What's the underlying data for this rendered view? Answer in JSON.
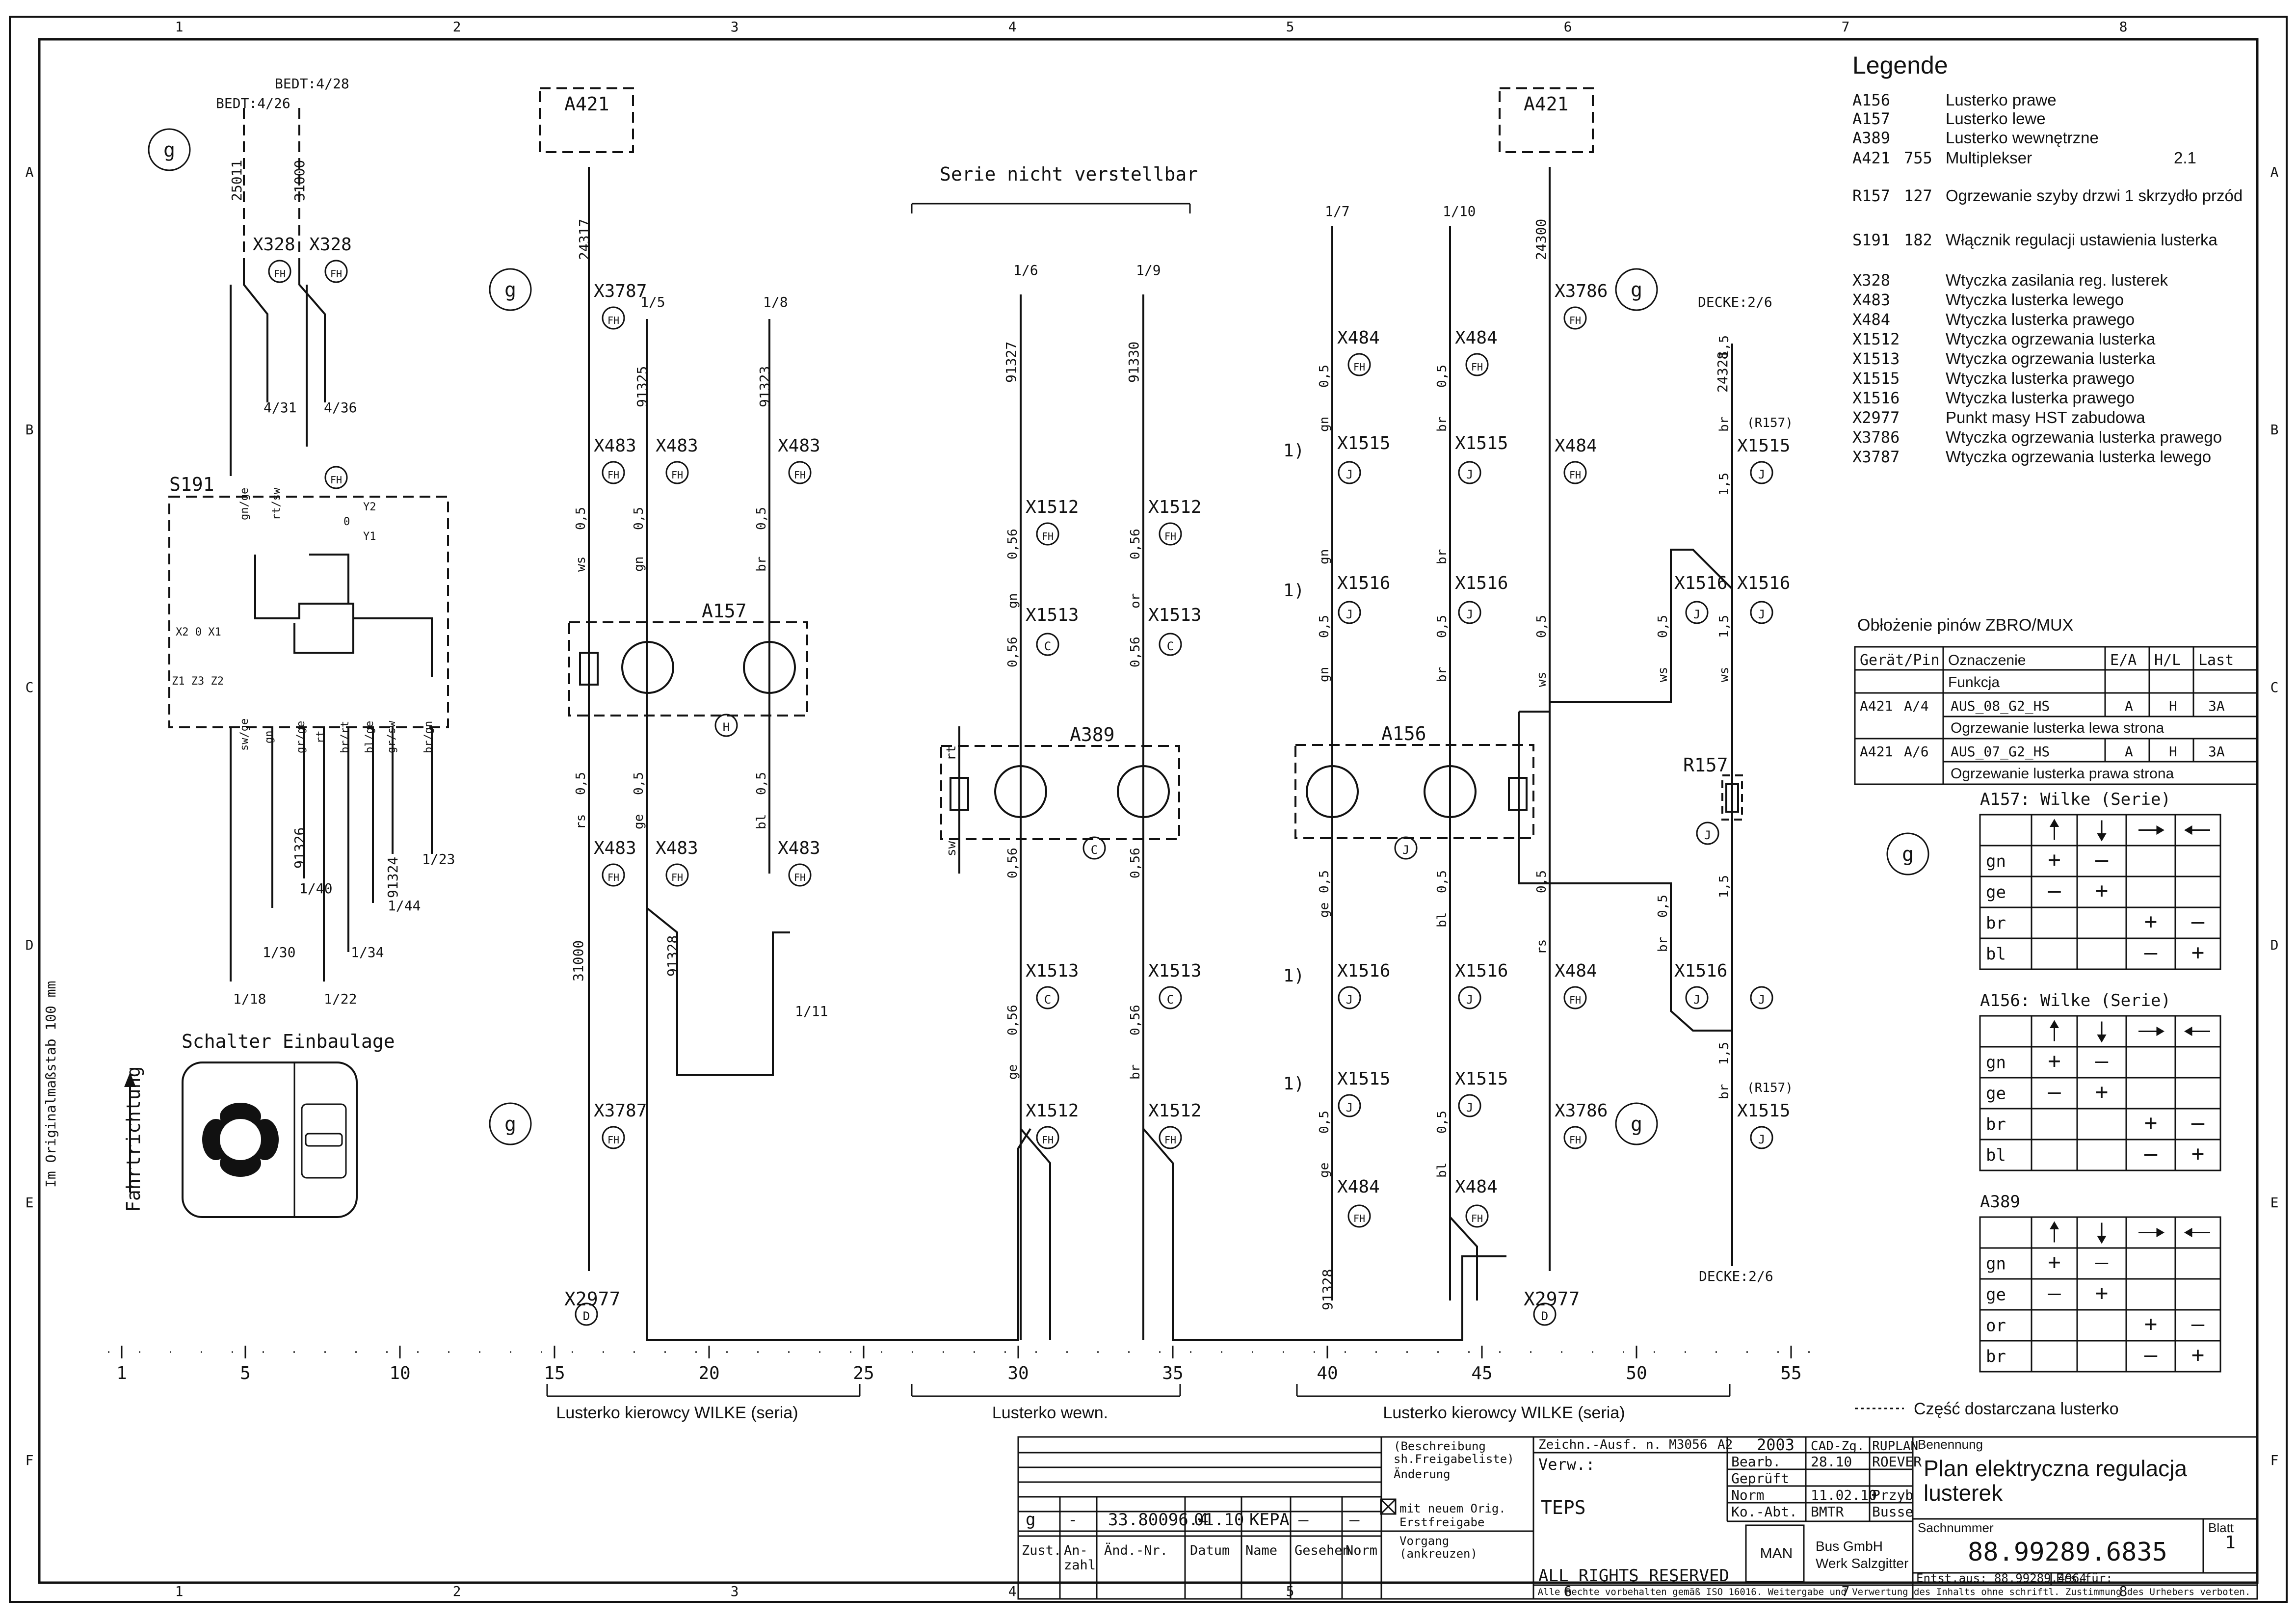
{
  "frame": {
    "columns": [
      "1",
      "2",
      "3",
      "4",
      "5",
      "6",
      "7",
      "8"
    ],
    "rows": [
      "A",
      "B",
      "C",
      "D",
      "E",
      "F"
    ]
  },
  "legend": {
    "title": "Legende",
    "items": [
      {
        "code": "A156",
        "num": "",
        "text": "Lusterko prawe",
        "extra": ""
      },
      {
        "code": "A157",
        "num": "",
        "text": "Lusterko lewe",
        "extra": ""
      },
      {
        "code": "A389",
        "num": "",
        "text": "Lusterko wewnętrzne",
        "extra": ""
      },
      {
        "code": "A421",
        "num": "755",
        "text": "Multiplekser",
        "extra": "2.1"
      },
      {
        "code": "R157",
        "num": "127",
        "text": "Ogrzewanie szyby drzwi 1 skrzydło przód",
        "extra": ""
      },
      {
        "code": "S191",
        "num": "182",
        "text": "Włącznik regulacji ustawienia lusterka",
        "extra": ""
      },
      {
        "code": "X328",
        "num": "",
        "text": "Wtyczka zasilania reg. lusterek",
        "extra": ""
      },
      {
        "code": "X483",
        "num": "",
        "text": "Wtyczka lusterka lewego",
        "extra": ""
      },
      {
        "code": "X484",
        "num": "",
        "text": "Wtyczka lusterka prawego",
        "extra": ""
      },
      {
        "code": "X1512",
        "num": "",
        "text": "Wtyczka ogrzewania lusterka",
        "extra": ""
      },
      {
        "code": "X1513",
        "num": "",
        "text": "Wtyczka ogrzewania lusterka",
        "extra": ""
      },
      {
        "code": "X1515",
        "num": "",
        "text": "Wtyczka lusterka prawego",
        "extra": ""
      },
      {
        "code": "X1516",
        "num": "",
        "text": "Wtyczka lusterka prawego",
        "extra": ""
      },
      {
        "code": "X2977",
        "num": "",
        "text": "Punkt masy HST zabudowa",
        "extra": ""
      },
      {
        "code": "X3786",
        "num": "",
        "text": "Wtyczka ogrzewania lusterka prawego",
        "extra": ""
      },
      {
        "code": "X3787",
        "num": "",
        "text": "Wtyczka ogrzewania lusterka lewego",
        "extra": ""
      }
    ]
  },
  "pins": {
    "title": "Obłożenie pinów ZBRO/MUX",
    "headers": [
      "Gerät/Pin",
      "Oznaczenie",
      "E/A",
      "H/L",
      "Last"
    ],
    "subheader": "Funkcja",
    "rows": [
      {
        "device": "A421",
        "pin": "A/4",
        "name": "AUS_08_G2_HS",
        "ea": "A",
        "hl": "H",
        "last": "3A",
        "func": "Ogrzewanie lusterka lewa strona"
      },
      {
        "device": "A421",
        "pin": "A/6",
        "name": "AUS_07_G2_HS",
        "ea": "A",
        "hl": "H",
        "last": "3A",
        "func": "Ogrzewanie lusterka prawa strona"
      }
    ]
  },
  "wilke": [
    {
      "title": "A157: Wilke (Serie)",
      "rows": [
        [
          "gn",
          "+",
          "—",
          "",
          ""
        ],
        [
          "ge",
          "—",
          "+",
          "",
          ""
        ],
        [
          "br",
          "",
          "",
          "+",
          "—"
        ],
        [
          "bl",
          "",
          "",
          "—",
          "+"
        ]
      ]
    },
    {
      "title": "A156: Wilke (Serie)",
      "rows": [
        [
          "gn",
          "+",
          "—",
          "",
          ""
        ],
        [
          "ge",
          "—",
          "+",
          "",
          ""
        ],
        [
          "br",
          "",
          "",
          "+",
          "—"
        ],
        [
          "bl",
          "",
          "",
          "—",
          "+"
        ]
      ]
    },
    {
      "title": "A389",
      "rows": [
        [
          "gn",
          "+",
          "—",
          "",
          ""
        ],
        [
          "ge",
          "—",
          "+",
          "",
          ""
        ],
        [
          "or",
          "",
          "",
          "+",
          "—"
        ],
        [
          "br",
          "",
          "",
          "—",
          "+"
        ]
      ]
    }
  ],
  "ruler": {
    "ticks": [
      "1",
      "5",
      "10",
      "15",
      "20",
      "25",
      "30",
      "35",
      "40",
      "45",
      "50",
      "55"
    ],
    "groups": [
      "Lusterko kierowcy WILKE (seria)",
      "Lusterko wewn.",
      "Lusterko kierowcy WILKE (seria)"
    ]
  },
  "note": "Część dostarczana lusterko",
  "labels": {
    "serie": "Serie nicht verstellbar",
    "schalter": "Schalter Einbaulage",
    "fahrt": "Fahrtrichtung",
    "scale": "Im Originalmaßstab 100 mm",
    "footnote": "1)",
    "g": "g"
  },
  "diagram": {
    "wire_numbers": [
      "25011",
      "31000",
      "24317",
      "91325",
      "91323",
      "91327",
      "91330",
      "91326",
      "91324",
      "24300",
      "24328",
      "91328",
      "31000",
      "91328"
    ],
    "cross_refs": [
      "BEDT:4/26",
      "BEDT:4/28",
      "4/31",
      "4/36",
      "1/5",
      "1/8",
      "1/6",
      "1/9",
      "1/7",
      "1/10",
      "1/18",
      "1/30",
      "1/40",
      "1/22",
      "1/34",
      "1/44",
      "1/23",
      "1/11",
      "DECKE:2/6",
      "DECKE:2/6"
    ],
    "components": [
      "S191",
      "A157",
      "A389",
      "A156",
      "R157",
      "A421",
      "A421",
      "X2977",
      "X2977"
    ],
    "connectors": [
      "X328",
      "X328",
      "X3787",
      "X483",
      "X483",
      "X483",
      "X483",
      "X483",
      "X483",
      "X3787",
      "X1512",
      "X1512",
      "X1513",
      "X1513",
      "X1513",
      "X1513",
      "X1512",
      "X1512",
      "X484",
      "X484",
      "X1515",
      "X1515",
      "X1516",
      "X1516",
      "X1516",
      "X1516",
      "X1515",
      "X1515",
      "X484",
      "X484",
      "X3786",
      "X484",
      "X484",
      "X3786",
      "X1515",
      "X1516",
      "X1516",
      "X1516",
      "X1515"
    ],
    "badges": [
      "FH",
      "J",
      "C",
      "H",
      "D"
    ],
    "colors": [
      "ws",
      "gn",
      "br",
      "rs",
      "ge",
      "bl",
      "or",
      "rt",
      "sw"
    ],
    "cross_sections": [
      "0,5",
      "0,56",
      "1,5"
    ],
    "switch_terms": [
      "gn/ge",
      "rt/sw",
      "sw/ge",
      "gn",
      "gr/ge",
      "rt",
      "br/rt",
      "bl/ge",
      "gr/sw",
      "br/gn",
      "Y2",
      "0",
      "Y1",
      "X2 0 X1",
      "Z1 Z3 Z2"
    ],
    "r157_ref": "(R157)"
  },
  "titleblock": {
    "revision": {
      "zust": "g",
      "anz": "-",
      "nr": "33.80096.4",
      "datum": "01.10",
      "name": "KEPA",
      "gesehen": "—",
      "norm": "—"
    },
    "headers": [
      "Zust.",
      "An-\nzahl",
      "Änd.-Nr.",
      "Datum",
      "Name",
      "Gesehen",
      "Norm"
    ],
    "change_labels": [
      "(Beschreibung\nsh.Freigabeliste)",
      "Änderung",
      "mit neuem Orig.",
      "Erstfreigabe",
      "Vorgang\n(ankreuzen)"
    ],
    "zeichn": "Zeichn.-Ausf. n. M3056",
    "format": "A2",
    "verw": "Verw.:",
    "teps": "TEPS",
    "rights": "ALL RIGHTS RESERVED",
    "year": "2003",
    "cad": "CAD-Zg. RUPLAN",
    "rows": [
      {
        "label": "Bearb.",
        "date": "28.10",
        "name": "ROEVER"
      },
      {
        "label": "Geprüft",
        "date": "",
        "name": ""
      },
      {
        "label": "Norm",
        "date": "11.02.10",
        "name": "Przyb"
      },
      {
        "label": "Ko.-Abt.",
        "date": "BMTR",
        "name": "Busse"
      }
    ],
    "company": [
      "MAN",
      "Bus GmbH",
      "Werk Salzgitter"
    ],
    "benennung_label": "Benennung",
    "title1": "Plan elektryczna regulacja",
    "title2": "lusterek",
    "sachnummer_label": "Sachnummer",
    "sachnummer": "88.99289.6835",
    "blatt_label": "Blatt",
    "blatt": "1",
    "entst": "Entst.aus: 88.99289.4964",
    "ers": "Ers.für:",
    "legal": "Alle Rechte vorbehalten gemäß ISO 16016. Weitergabe und Verwertung des Inhalts ohne schriftl. Zustimmung des Urhebers verboten."
  }
}
